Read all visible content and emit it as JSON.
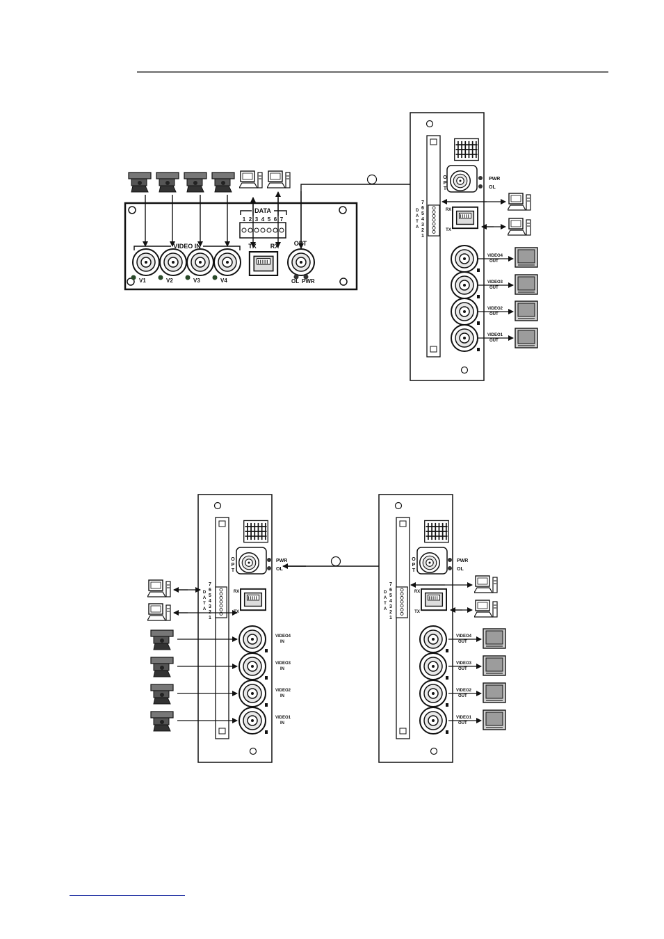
{
  "diagram1": {
    "tx_unit": {
      "data_label": "DATA",
      "data_pins": [
        "1",
        "2",
        "3",
        "4",
        "5",
        "6",
        "7"
      ],
      "video_in_label": "VIDEO IN",
      "channel_labels": [
        "V1",
        "V2",
        "V3",
        "V4"
      ],
      "tx_label": "TX",
      "rx_label": "RX",
      "opt_label": "OPT",
      "ol_label": "OL",
      "pwr_label": "PWR"
    },
    "rx_card": {
      "opt_letters": [
        "O",
        "P",
        "T"
      ],
      "pwr_label": "PWR",
      "ol_label": "OL",
      "data_letters": [
        "D",
        "A",
        "T",
        "A"
      ],
      "pin_numbers": [
        "7",
        "6",
        "5",
        "4",
        "3",
        "2",
        "1"
      ],
      "rx_label": "RX",
      "tx_label": "TX",
      "outputs": [
        {
          "name": "VIDEO4",
          "suffix": "OUT"
        },
        {
          "name": "VIDEO3",
          "suffix": "OUT"
        },
        {
          "name": "VIDEO2",
          "suffix": "OUT"
        },
        {
          "name": "VIDEO1",
          "suffix": "OUT"
        }
      ]
    }
  },
  "diagram2": {
    "left_card": {
      "pwr_label": "PWR",
      "ol_label": "OL",
      "opt_letters": [
        "O",
        "P",
        "T"
      ],
      "data_letters": [
        "D",
        "A",
        "T",
        "A"
      ],
      "pin_numbers": [
        "7",
        "6",
        "5",
        "4",
        "3",
        "2",
        "1"
      ],
      "rx_label": "RX",
      "tx_label": "TX",
      "inputs": [
        {
          "name": "VIDEO4",
          "suffix": "IN"
        },
        {
          "name": "VIDEO3",
          "suffix": "IN"
        },
        {
          "name": "VIDEO2",
          "suffix": "IN"
        },
        {
          "name": "VIDEO1",
          "suffix": "IN"
        }
      ]
    },
    "right_card": {
      "pwr_label": "PWR",
      "ol_label": "OL",
      "opt_letters": [
        "O",
        "P",
        "T"
      ],
      "data_letters": [
        "D",
        "A",
        "T",
        "A"
      ],
      "pin_numbers": [
        "7",
        "6",
        "5",
        "4",
        "3",
        "2",
        "1"
      ],
      "rx_label": "RX",
      "tx_label": "TX",
      "outputs": [
        {
          "name": "VIDEO4",
          "suffix": "OUT"
        },
        {
          "name": "VIDEO3",
          "suffix": "OUT"
        },
        {
          "name": "VIDEO2",
          "suffix": "OUT"
        },
        {
          "name": "VIDEO1",
          "suffix": "OUT"
        }
      ]
    }
  },
  "colors": {
    "line": "#111111",
    "panel": "#ffffff",
    "monitor": "#bdbdbd",
    "camera": "#555555",
    "rule": "#8a8a8a",
    "link": "#2a3aa8"
  }
}
